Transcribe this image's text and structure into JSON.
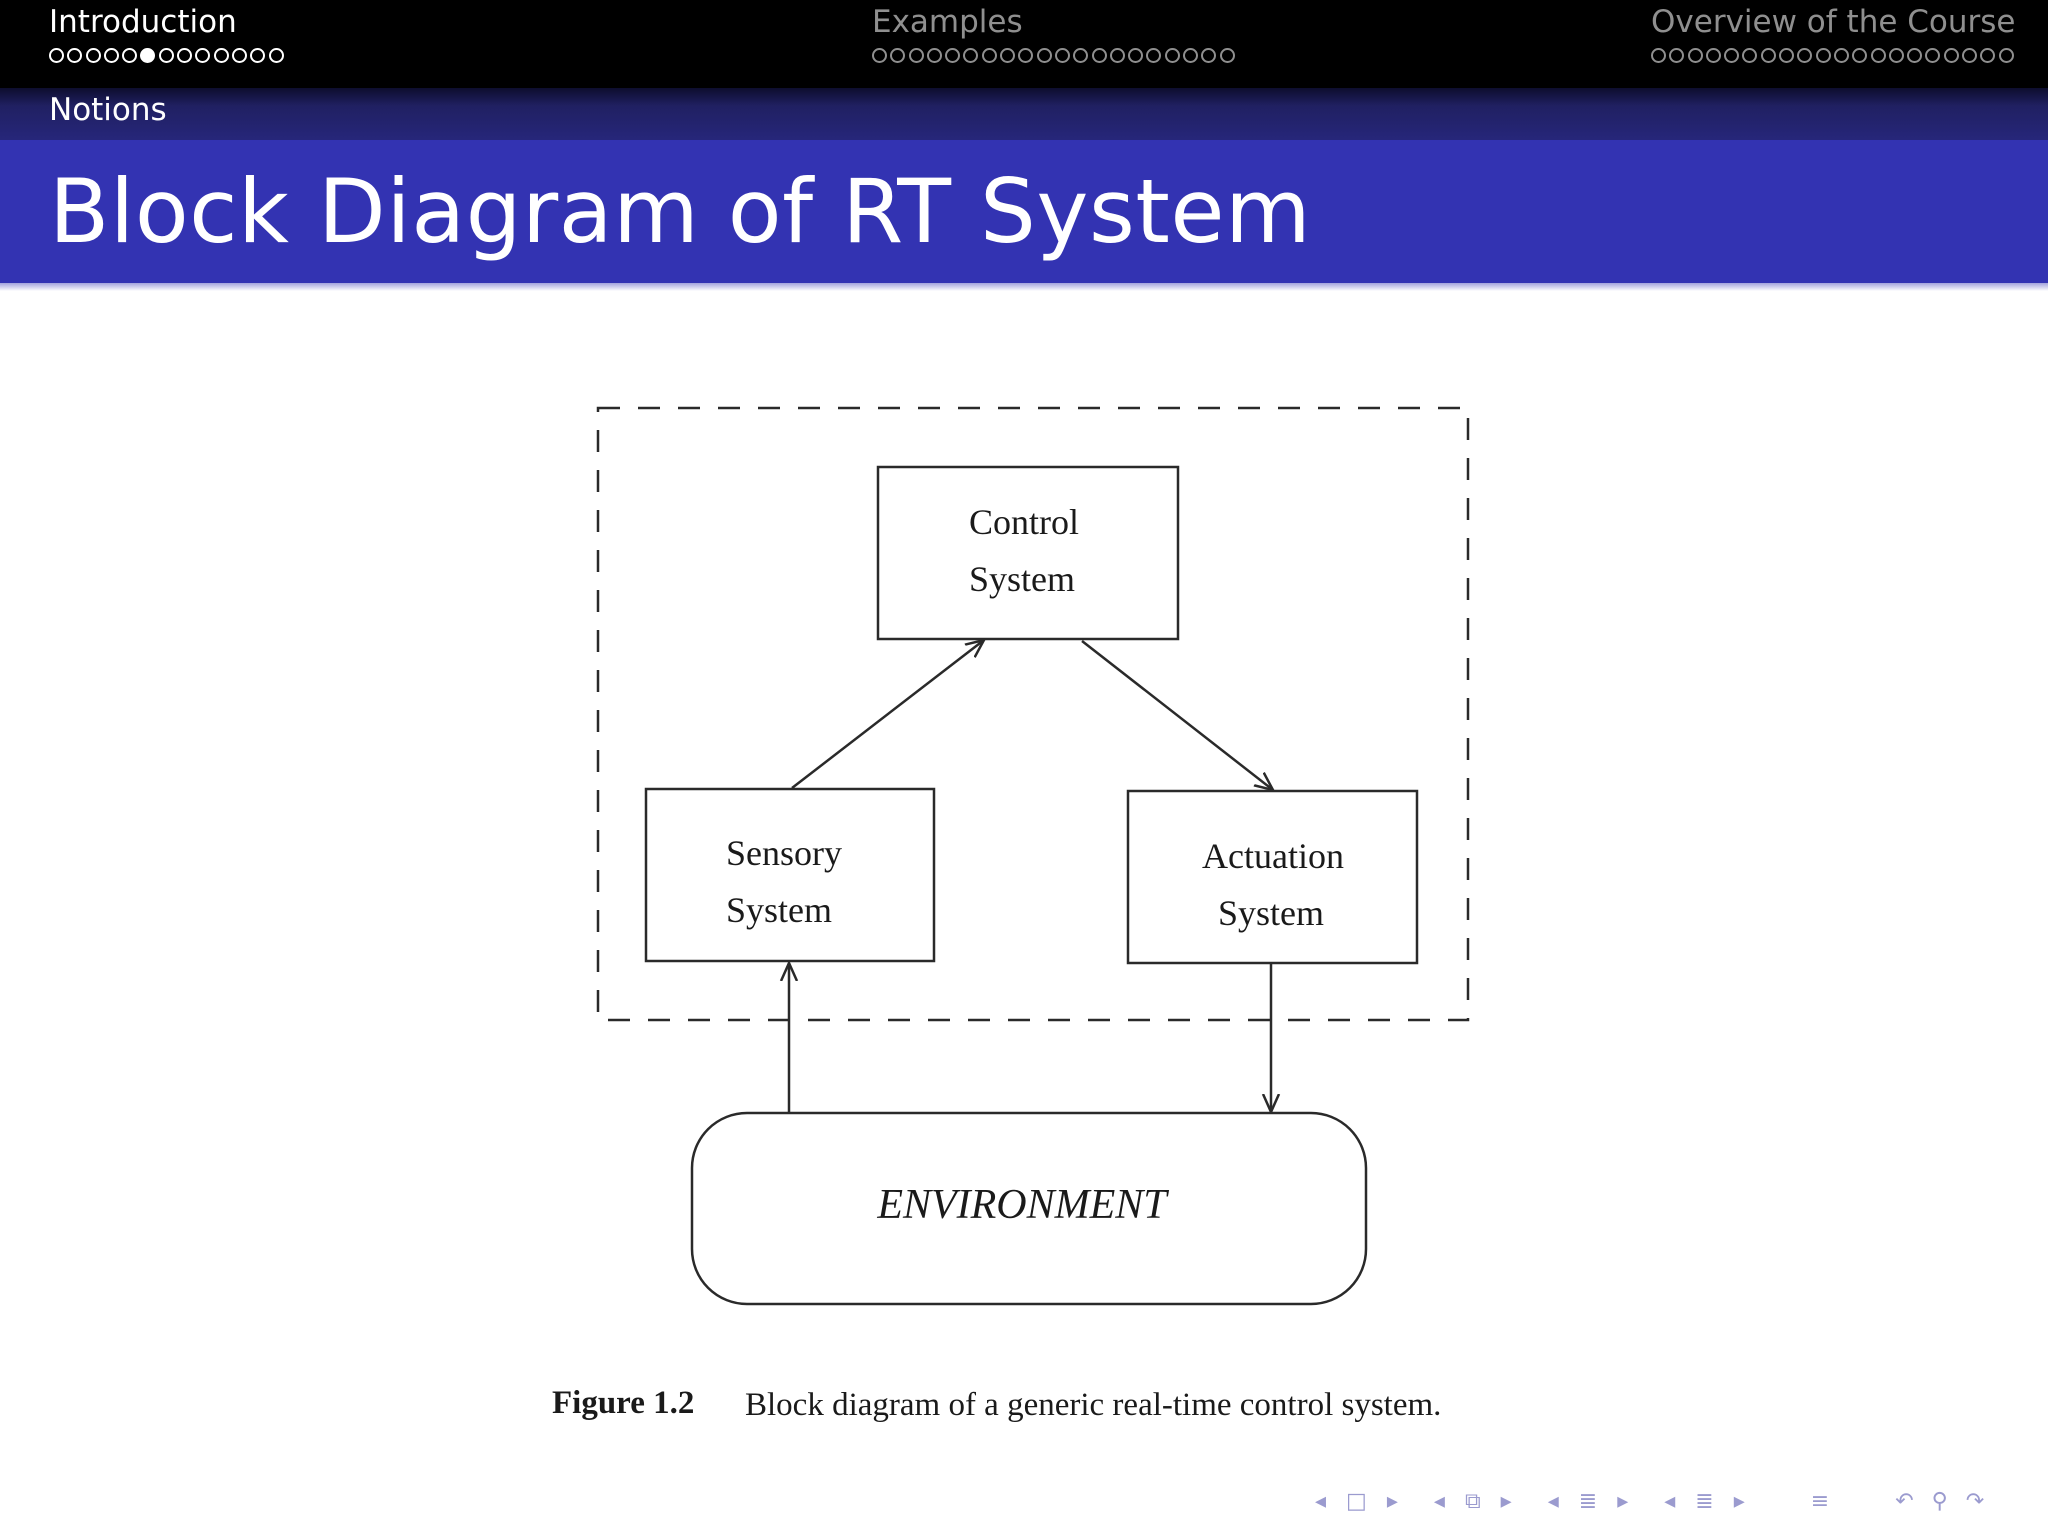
{
  "header": {
    "sections": [
      {
        "label": "Introduction",
        "dot_count": 13,
        "active_dot": 5,
        "current": true
      },
      {
        "label": "Examples",
        "dot_count": 20,
        "active_dot": -1,
        "current": false
      },
      {
        "label": "Overview of the Course",
        "dot_count": 20,
        "active_dot": -1,
        "current": false
      }
    ],
    "subsection": "Notions"
  },
  "frame": {
    "title": "Block Diagram of RT System"
  },
  "diagram": {
    "control_line1": "Control",
    "control_line2": "System",
    "sensory_line1": "Sensory",
    "sensory_line2": "System",
    "actuation_line1": "Actuation",
    "actuation_line2": "System",
    "environment": "ENVIRONMENT",
    "caption_number": "Figure 1.2",
    "caption_text": "Block diagram of a generic real-time control system."
  },
  "nav_controls": {
    "icons": [
      "nav-left-arrow",
      "frame-icon",
      "nav-right-arrow",
      "nav-left-arrow",
      "slide-stack-icon",
      "nav-right-arrow",
      "nav-left-arrow",
      "subsection-icon",
      "nav-right-arrow",
      "nav-left-arrow",
      "section-icon",
      "nav-right-arrow",
      "align-icon",
      "undo-icon",
      "search-icon",
      "redo-icon"
    ],
    "color": "#9b9bcf"
  },
  "colors": {
    "title_bar": "#3333b2",
    "header_bg": "#000000",
    "inactive_nav": "#8f8f8f"
  }
}
